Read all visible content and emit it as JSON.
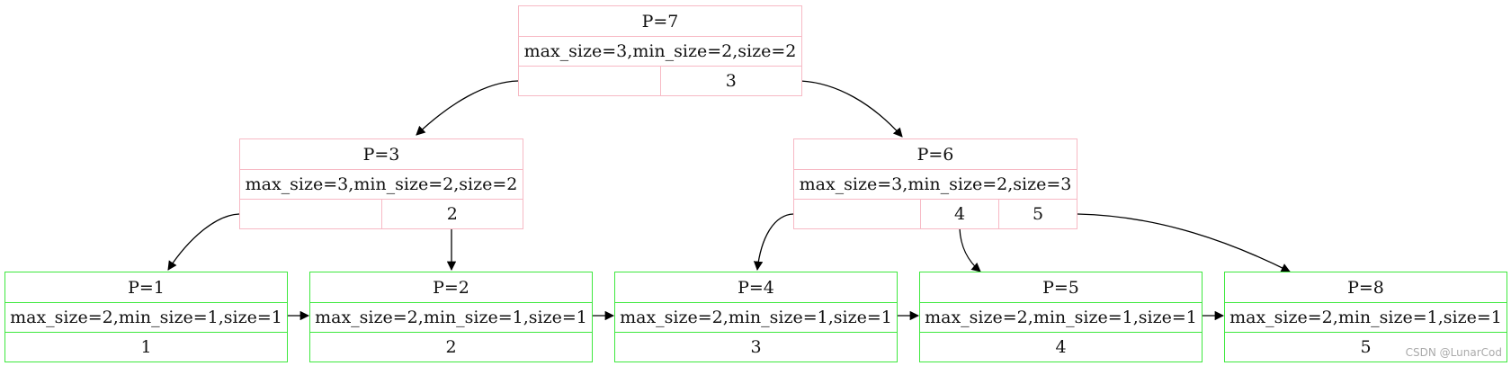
{
  "nodes": {
    "p7": {
      "title": "P=7",
      "info": "max_size=3,min_size=2,size=2",
      "keys": [
        "",
        "3"
      ]
    },
    "p3": {
      "title": "P=3",
      "info": "max_size=3,min_size=2,size=2",
      "keys": [
        "",
        "2"
      ]
    },
    "p6": {
      "title": "P=6",
      "info": "max_size=3,min_size=2,size=3",
      "keys": [
        "",
        "4",
        "5"
      ]
    },
    "p1": {
      "title": "P=1",
      "info": "max_size=2,min_size=1,size=1",
      "key": "1"
    },
    "p2": {
      "title": "P=2",
      "info": "max_size=2,min_size=1,size=1",
      "key": "2"
    },
    "p4": {
      "title": "P=4",
      "info": "max_size=2,min_size=1,size=1",
      "key": "3"
    },
    "p5": {
      "title": "P=5",
      "info": "max_size=2,min_size=1,size=1",
      "key": "4"
    },
    "p8": {
      "title": "P=8",
      "info": "max_size=2,min_size=1,size=1",
      "key": "5"
    }
  },
  "colors": {
    "internal_border": "#f7b9c4",
    "leaf_border": "#3ee83e",
    "edge": "#000000"
  },
  "watermark": "CSDN @LunarCod"
}
